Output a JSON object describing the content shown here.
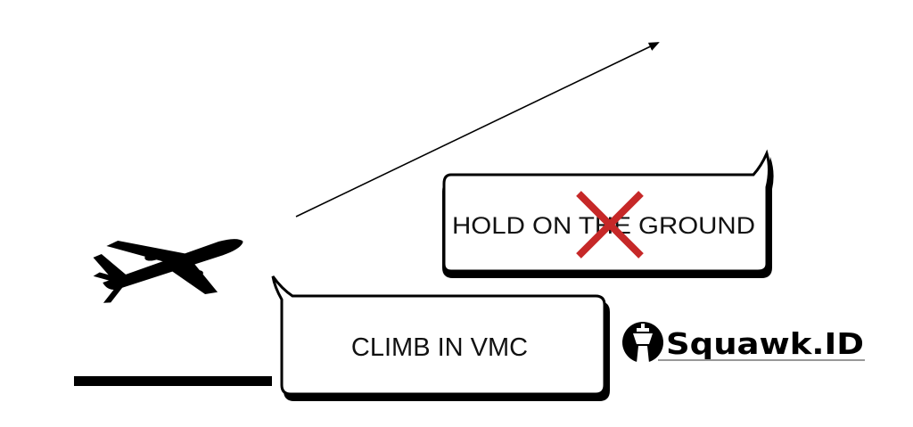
{
  "bubbles": {
    "hold": {
      "text": "HOLD ON THE GROUND",
      "crossed_out": true
    },
    "climb": {
      "text": "CLIMB IN VMC"
    }
  },
  "logo": {
    "text": "Squawk.ID",
    "icon": "control-tower-icon"
  },
  "icons": {
    "aircraft": "airplane-icon",
    "cross": "cross-mark-icon",
    "arrow": "climb-arrow-icon"
  },
  "colors": {
    "ink": "#000000",
    "cross": "#c62828",
    "logo_underline": "#999999"
  }
}
